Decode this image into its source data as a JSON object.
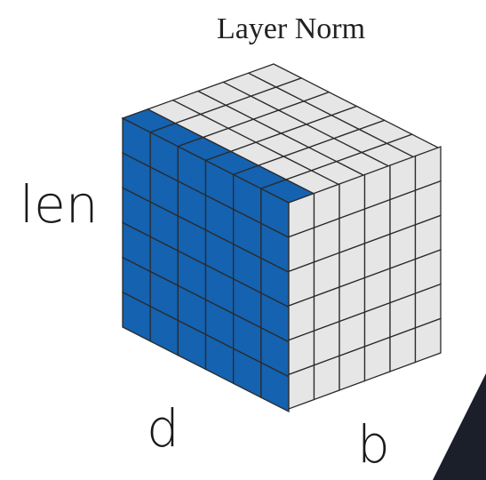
{
  "title": "Layer Norm",
  "axes": {
    "len": "len",
    "d": "d",
    "b": "b"
  },
  "cube": {
    "rows": 6,
    "cols": 6,
    "depth": 6,
    "highlighted_face": "front-left (len × d)"
  },
  "colors": {
    "highlight": "#1462b0",
    "cell": "#e6e6e6",
    "grid": "#2b2b2b"
  }
}
